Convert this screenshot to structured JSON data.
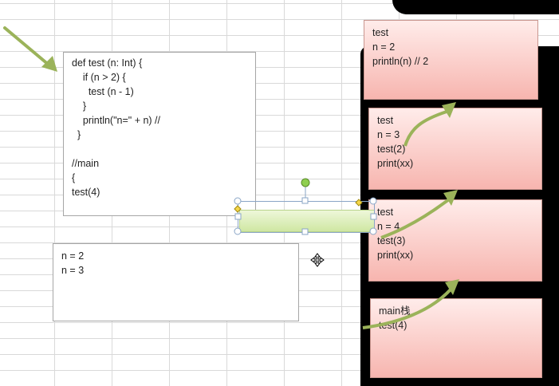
{
  "code_box": {
    "lines": [
      "def test (n: Int) {",
      "    if (n > 2) {",
      "      test (n - 1)",
      "    }",
      "    println(\"n=\" + n) //",
      "  }",
      "",
      "//main",
      "{",
      "test(4)"
    ]
  },
  "note_box": {
    "lines": [
      "n = 2",
      "n = 3"
    ]
  },
  "stack_frames": [
    {
      "lines": [
        "test",
        "n = 2",
        "println(n) // 2"
      ]
    },
    {
      "lines": [
        "test",
        "n = 3",
        "test(2)",
        "print(xx)"
      ]
    },
    {
      "lines": [
        "test",
        "n = 4",
        "test(3)",
        "print(xx)"
      ]
    },
    {
      "lines": [
        "main栈",
        "test(4)"
      ]
    }
  ],
  "colors": {
    "frame_fill_top": "#ffecea",
    "frame_fill_bottom": "#f7b5af",
    "arrow_green": "#9bb35a",
    "selected_shape_fill": "#cfe7a3"
  },
  "icons": [
    "pointer-arrow-icon",
    "curved-arrow-icon",
    "move-cursor-icon",
    "rotate-handle-icon",
    "resize-handle-icon"
  ]
}
